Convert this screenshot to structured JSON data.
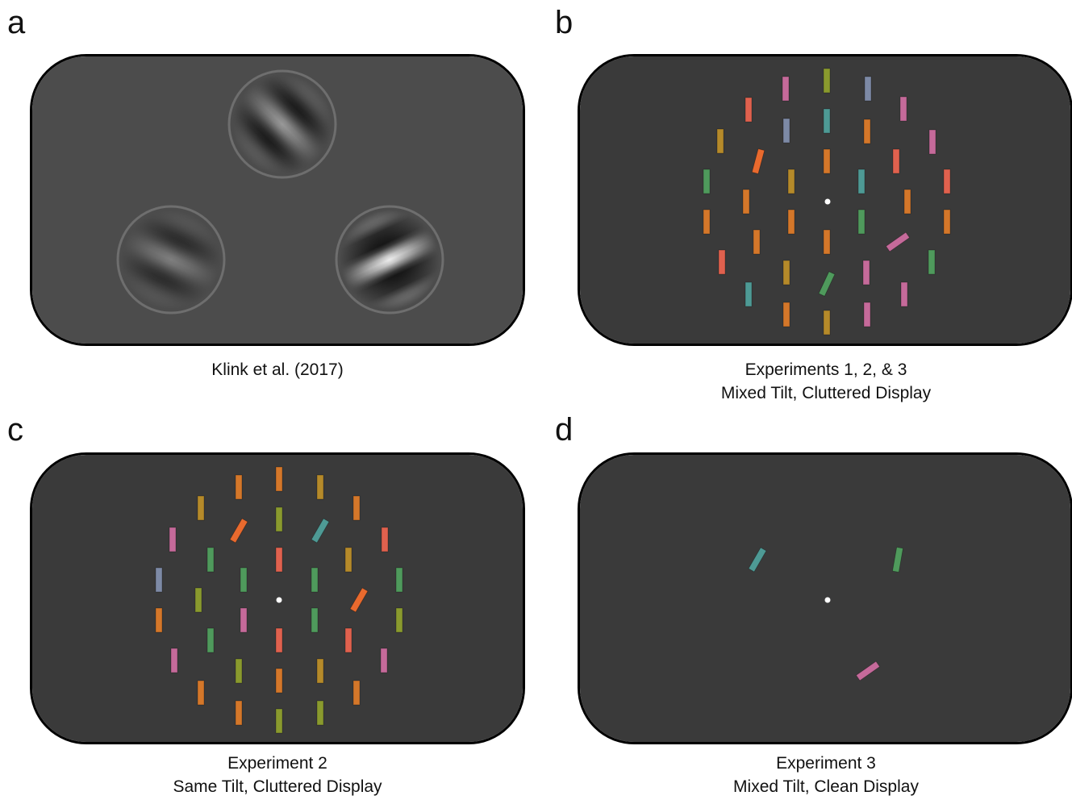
{
  "colors": {
    "screen_gray": "#4c4c4c",
    "screen_dark": "#3a3a3a",
    "fixation": "#ffffff",
    "gabor_ring": "#6e6e6e"
  },
  "panels": [
    {
      "letter": "a",
      "caption": [
        "Klink et al. (2017)"
      ],
      "background": "#4c4c4c",
      "gabors": [
        {
          "label": "gabor-top",
          "tilt_deg": -45,
          "contrast": 0.45
        },
        {
          "label": "gabor-left",
          "tilt_deg": -65,
          "contrast": 0.3
        },
        {
          "label": "gabor-right",
          "tilt_deg": 65,
          "contrast": 0.95
        }
      ]
    },
    {
      "letter": "b",
      "caption": [
        "Experiments 1, 2, & 3",
        "Mixed Tilt, Cluttered Display"
      ],
      "background": "#3a3a3a",
      "fixation": true
    },
    {
      "letter": "c",
      "caption": [
        "Experiment 2",
        "Same Tilt, Cluttered Display"
      ],
      "background": "#3a3a3a",
      "fixation": true
    },
    {
      "letter": "d",
      "caption": [
        "Experiment 3",
        "Mixed Tilt, Clean Display"
      ],
      "background": "#3a3a3a",
      "fixation": true
    }
  ]
}
